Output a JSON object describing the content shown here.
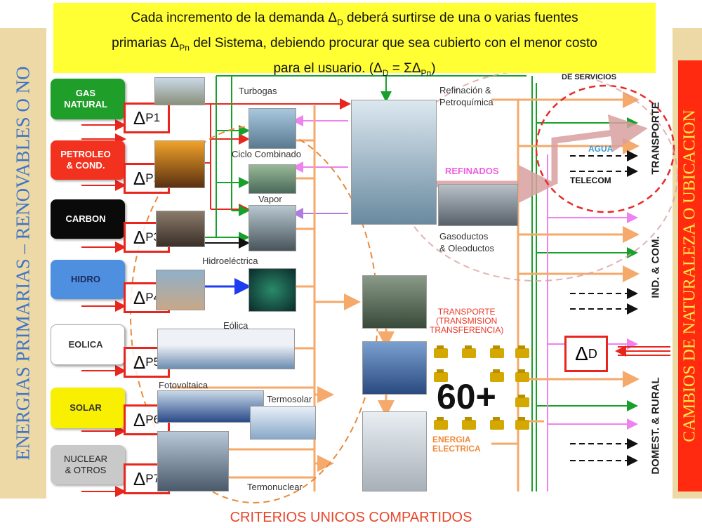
{
  "header": {
    "line1_pre": "Cada incremento de la demanda ",
    "line1_sym": "Δ",
    "line1_sub": "D",
    "line1_post": " deberá surtirse de una o varias fuentes",
    "line2_pre": "primarias ",
    "line2_sym": "Δ",
    "line2_sub": "Pn",
    "line2_post": " del Sistema, debiendo procurar que sea cubierto con el menor costo",
    "line3_pre": "para el usuario. (",
    "line3_sym": "Δ",
    "line3_sub": "D",
    "line3_mid": " = ΣΔ",
    "line3_sub2": "Pn",
    "line3_post": ")"
  },
  "left_band": "ENERGIAS PRIMARIAS – RENOVABLES O NO",
  "right_band": "CAMBIOS DE NATURALEZA O UBICACION",
  "footer": "CRITERIOS UNICOS COMPARTIDOS",
  "sources": [
    {
      "label": "GAS\nNATURAL",
      "delta_sub": "P1",
      "color": "#1f9e2a",
      "text_color": "#ffffff"
    },
    {
      "label": "PETROLEO\n& COND.",
      "delta_sub": "P2",
      "color": "#f2321f",
      "text_color": "#ffffff"
    },
    {
      "label": "CARBON",
      "delta_sub": "P3",
      "color": "#0a0a0a",
      "text_color": "#ffffff"
    },
    {
      "label": "HIDRO",
      "delta_sub": "P4",
      "color": "#4f8fe0",
      "text_color": "#1a2a5a"
    },
    {
      "label": "EOLICA",
      "delta_sub": "P5",
      "color": "#ffffff",
      "text_color": "#333333"
    },
    {
      "label": "SOLAR",
      "delta_sub": "P6",
      "color": "#f8f000",
      "text_color": "#333333"
    },
    {
      "label": "NUCLEAR\n& OTROS",
      "delta_sub": "P7",
      "color": "#c9c9c9",
      "text_color": "#222222"
    }
  ],
  "delta_symbol": "Δ",
  "plants": {
    "turbogas": "Turbogas",
    "ciclo": "Ciclo Combinado",
    "vapor": "Vapor",
    "hidro": "Hidroeléctrica",
    "eolica": "Eólica",
    "fotovoltaica": "Fotovoltaica",
    "termosolar": "Termosolar",
    "termonuclear": "Termonuclear"
  },
  "middle": {
    "refinacion": "Refinación &\nPetroquímica",
    "refinados": "REFINADOS",
    "gasoductos": "Gasoductos\n& Oleoductos",
    "transporte": "TRANSPORTE\n(TRANSMISION\nTRANSFERENCIA)",
    "energia": "ENERGIA\nELECTRICA",
    "sixty": "60+"
  },
  "right": {
    "servicios": "DE SERVICIOS",
    "agua": "AGUA",
    "telecom": "TELECOM",
    "transporte": "TRANSPORTE",
    "ind_com": "IND. & COM.",
    "domest": "DOMEST. & RURAL",
    "demand_sub": "D"
  },
  "colors": {
    "red": "#e8261e",
    "green": "#17a02a",
    "orange": "#f5a96a",
    "pink": "#ee82ee",
    "purple": "#b07be0",
    "blue": "#1e3cf0",
    "rose": "#d9a0a0"
  }
}
